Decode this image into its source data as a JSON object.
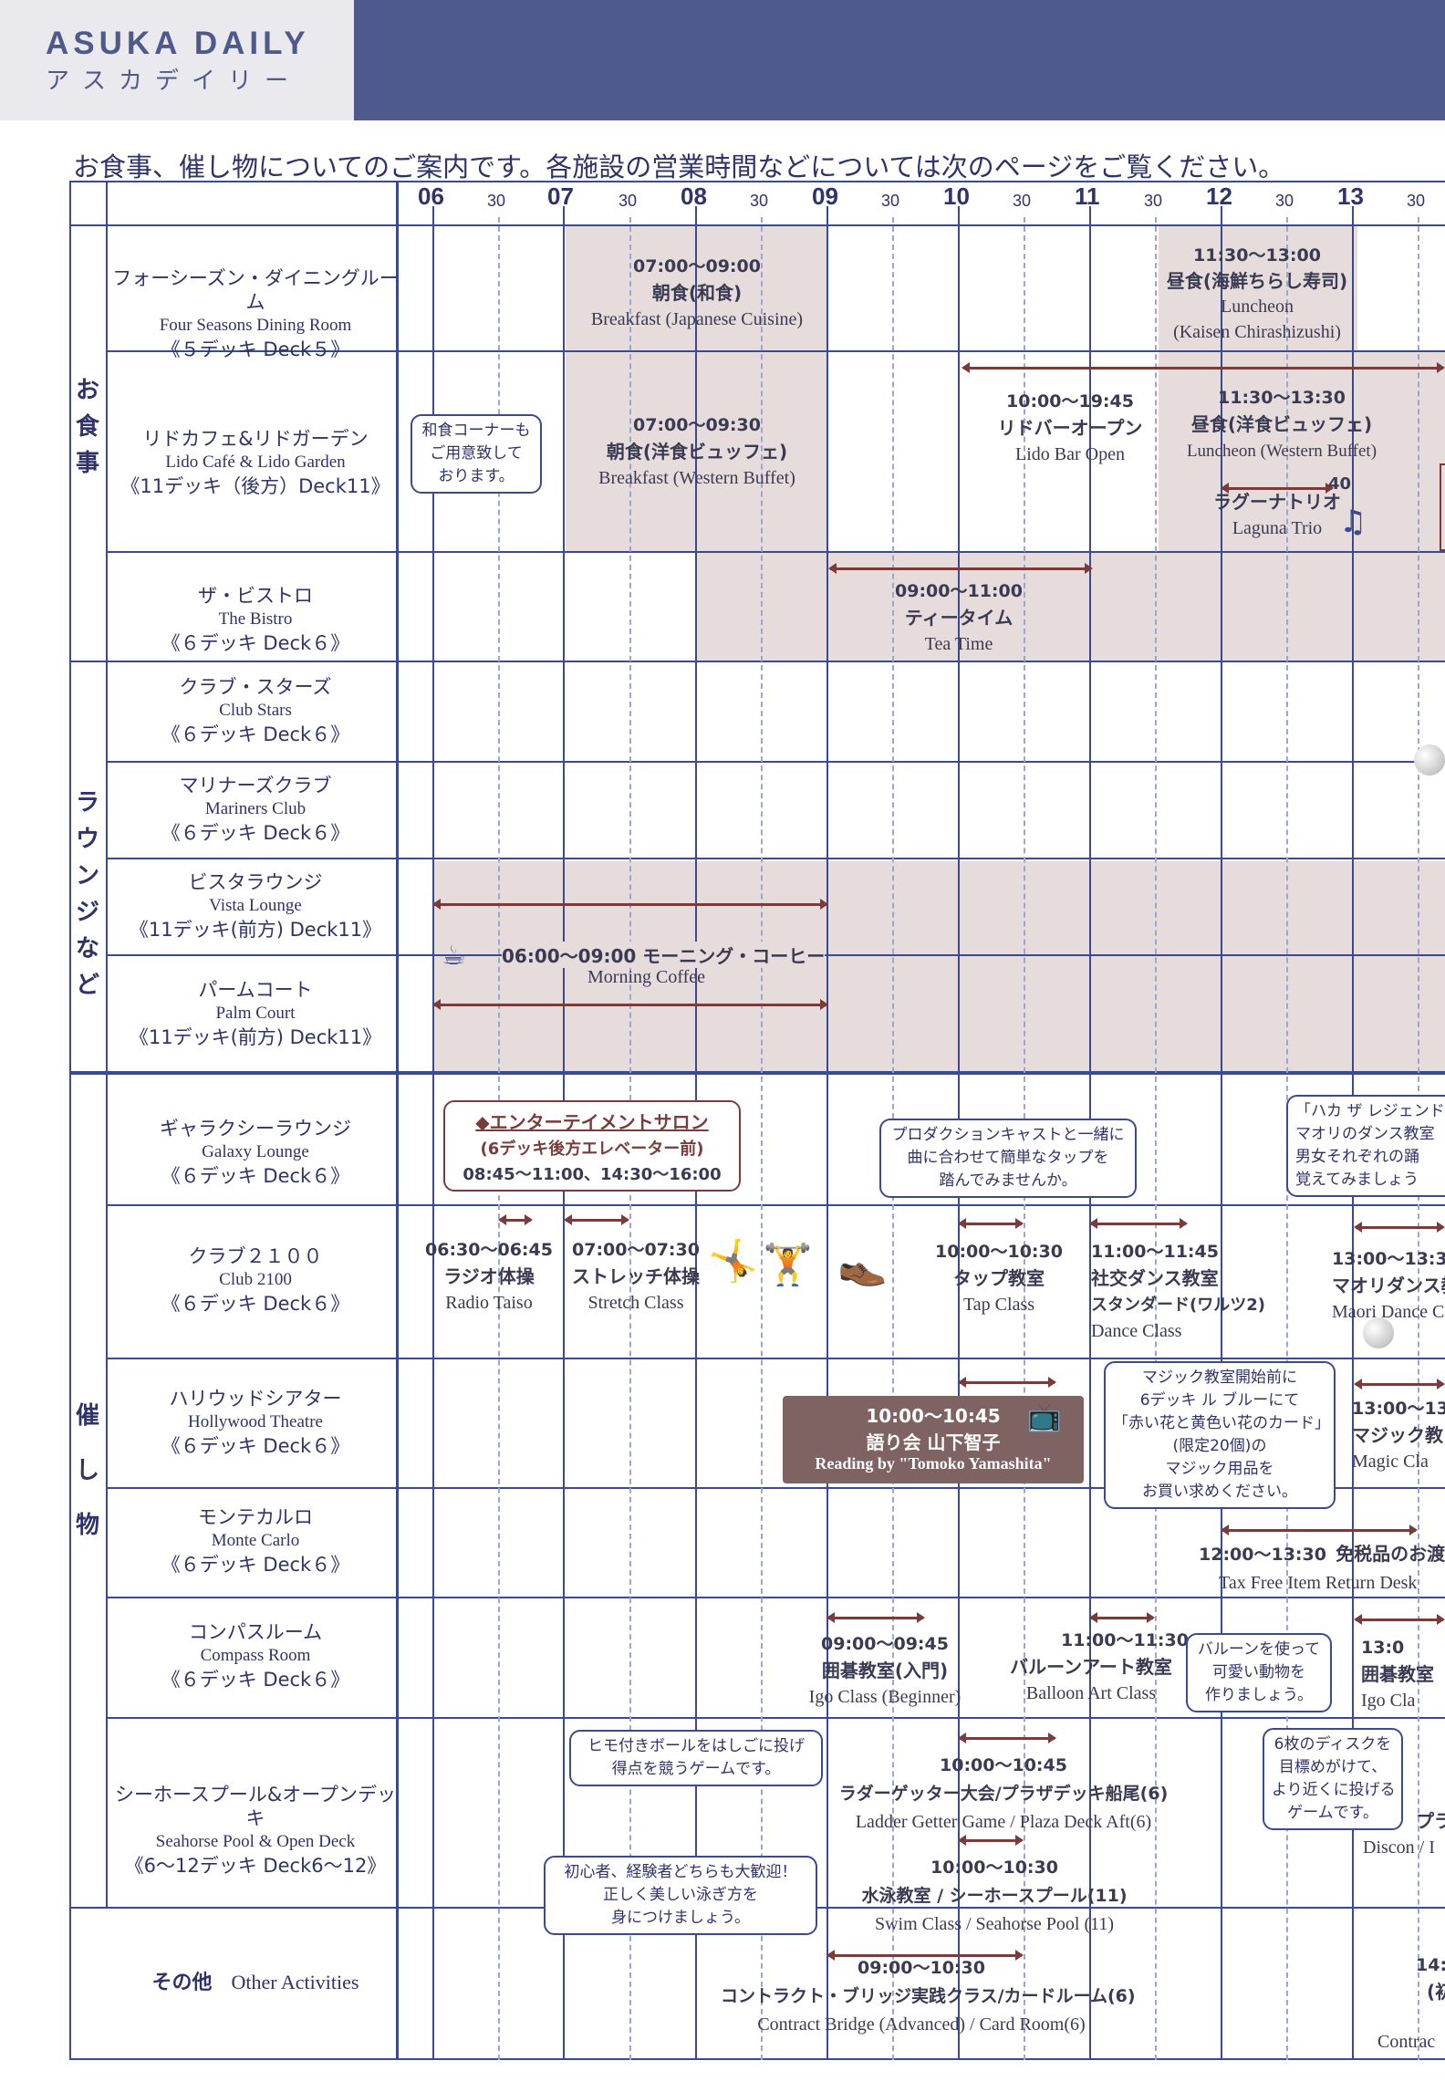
{
  "header": {
    "brand_en": "ASUKA DAILY",
    "brand_jp": "アスカデイリー"
  },
  "intro": "お食事、催し物についてのご案内です。各施設の営業時間などについては次のページをご覧ください。",
  "timeline": {
    "hours": [
      "06",
      "07",
      "08",
      "09",
      "10",
      "11",
      "12",
      "13"
    ],
    "half_label": "30"
  },
  "categories": {
    "dining": "お食事",
    "lounge": "ラウンジなど",
    "events": "催し物"
  },
  "venues": [
    {
      "jp": "フォーシーズン・ダイニングルーム",
      "en": "Four Seasons Dining Room",
      "deck": "《５デッキ Deck５》"
    },
    {
      "jp": "リドカフェ&リドガーデン",
      "en": "Lido Café & Lido Garden",
      "deck": "《11デッキ（後方）Deck11》"
    },
    {
      "jp": "ザ・ビストロ",
      "en": "The Bistro",
      "deck": "《６デッキ Deck６》"
    },
    {
      "jp": "クラブ・スターズ",
      "en": "Club Stars",
      "deck": "《６デッキ Deck６》"
    },
    {
      "jp": "マリナーズクラブ",
      "en": "Mariners Club",
      "deck": "《６デッキ Deck６》"
    },
    {
      "jp": "ビスタラウンジ",
      "en": "Vista Lounge",
      "deck": "《11デッキ(前方) Deck11》"
    },
    {
      "jp": "パームコート",
      "en": "Palm Court",
      "deck": "《11デッキ(前方) Deck11》"
    },
    {
      "jp": "ギャラクシーラウンジ",
      "en": "Galaxy Lounge",
      "deck": "《６デッキ Deck６》"
    },
    {
      "jp": "クラブ２１００",
      "en": "Club 2100",
      "deck": "《６デッキ Deck６》"
    },
    {
      "jp": "ハリウッドシアター",
      "en": "Hollywood Theatre",
      "deck": "《６デッキ Deck６》"
    },
    {
      "jp": "モンテカルロ",
      "en": "Monte Carlo",
      "deck": "《６デッキ Deck６》"
    },
    {
      "jp": "コンパスルーム",
      "en": "Compass Room",
      "deck": "《６デッキ Deck６》"
    },
    {
      "jp": "シーホースプール&オープンデッキ",
      "en": "Seahorse Pool & Open Deck",
      "deck": "《6～12デッキ Deck6～12》"
    },
    {
      "jp": "その他",
      "en": "Other Activities",
      "deck": ""
    }
  ],
  "events": {
    "fs_breakfast": {
      "time": "07:00～09:00",
      "jp": "朝食(和食)",
      "en": "Breakfast (Japanese Cuisine)"
    },
    "fs_lunch": {
      "time": "11:30～13:00",
      "jp": "昼食(海鮮ちらし寿司)",
      "en": "Luncheon",
      "en2": "(Kaisen Chirashizushi)"
    },
    "lido_bubble": [
      "和食コーナーも",
      "ご用意致して",
      "おります。"
    ],
    "lido_breakfast": {
      "time": "07:00～09:30",
      "jp": "朝食(洋食ビュッフェ)",
      "en": "Breakfast (Western Buffet)"
    },
    "lido_bar": {
      "time": "10:00～19:45",
      "jp": "リドバーオープン",
      "en": "Lido Bar Open"
    },
    "lido_lunch": {
      "time": "11:30～13:30",
      "jp": "昼食(洋食ビュッフェ)",
      "en": "Luncheon (Western Buffet)"
    },
    "laguna": {
      "jp": "ラグーナトリオ",
      "en": "Laguna Trio",
      "num": "40"
    },
    "bistro_tea": {
      "time": "09:00～11:00",
      "jp": "ティータイム",
      "en": "Tea Time"
    },
    "morning_coffee": {
      "text": "06:00～09:00 モーニング・コーヒー",
      "en": "Morning  Coffee"
    },
    "salon": {
      "title": "◆エンターテイメントサロン",
      "sub": "(6デッキ後方エレベーター前)",
      "time": "08:45～11:00、14:30～16:00"
    },
    "galaxy_bubble": [
      "プロダクションキャストと一緒に",
      "曲に合わせて簡単なタップを",
      "踏んでみませんか。"
    ],
    "haka_bubble": [
      "「ハカ ザ レジェンド」",
      "マオリのダンス教室",
      "男女それぞれの踊",
      "覚えてみましょう"
    ],
    "radio": {
      "time": "06:30～06:45",
      "jp": "ラジオ体操",
      "en": "Radio Taiso"
    },
    "stretch": {
      "time": "07:00～07:30",
      "jp": "ストレッチ体操",
      "en": "Stretch Class"
    },
    "tap": {
      "time": "10:00～10:30",
      "jp": "タップ教室",
      "en": "Tap Class"
    },
    "dance": {
      "time": "11:00～11:45",
      "jp": "社交ダンス教室",
      "jp2": "スタンダード(ワルツ2)",
      "en": "Dance Class"
    },
    "maori": {
      "time": "13:00～13:3",
      "jp": "マオリダンス教",
      "en": "Maori Dance C"
    },
    "reading": {
      "time": "10:00～10:45",
      "jp": "語り会 山下智子",
      "en": "Reading by \"Tomoko Yamashita\""
    },
    "magic_bubble": [
      "マジック教室開始前に",
      "6デッキ ル ブルーにて",
      "「赤い花と黄色い花のカード」",
      "(限定20個)の",
      "マジック用品を",
      "お買い求めください。"
    ],
    "magic": {
      "time": "13:00～13:",
      "jp": "マジック教",
      "en": "Magic Cla"
    },
    "taxfree": {
      "time": "12:00～13:30",
      "jp": "免税品のお渡",
      "en": "Tax Free Item Return Desk"
    },
    "igo": {
      "time": "09:00～09:45",
      "jp": "囲碁教室(入門)",
      "en": "Igo Class (Beginner)"
    },
    "balloon": {
      "time": "11:00～11:30",
      "jp": "バルーンアート教室",
      "en": "Balloon Art Class"
    },
    "balloon_bubble": [
      "バルーンを使って",
      "可愛い動物を",
      "作りましょう。"
    ],
    "igo2": {
      "time": "13:0",
      "jp": "囲碁教室",
      "en": "Igo Cla"
    },
    "ladder_bubble": [
      "ヒモ付きボールをはしごに投げ",
      "得点を競うゲームです。"
    ],
    "ladder": {
      "time": "10:00～10:45",
      "jp": "ラダーゲッター大会/プラザデッキ船尾(6)",
      "en": "Ladder Getter Game / Plaza Deck Aft(6)"
    },
    "discon_bubble": [
      "6枚のディスクを",
      "目標めがけて、",
      "より近くに投げる",
      "ゲームです。"
    ],
    "discon": {
      "jp": "プラ",
      "en": "Discon / I"
    },
    "swim_bubble": [
      "初心者、経験者どちらも大歓迎！",
      "正しく美しい泳ぎ方を",
      "身につけましょう。"
    ],
    "swim": {
      "time": "10:00～10:30",
      "jp": "水泳教室 / シーホースプール(11)",
      "en": "Swim Class / Seahorse Pool (11)"
    },
    "bridge": {
      "time": "09:00～10:30",
      "jp": "コントラクト・ブリッジ実践クラス/カードルーム(6)",
      "en": "Contract Bridge (Advanced) / Card Room(6)"
    },
    "other_right": {
      "time": "14:0",
      "jp": "(初",
      "en": "Contrac"
    }
  },
  "colors": {
    "grid": "#3a4a8e",
    "band": "#e6dcdc",
    "arrow": "#7a3b3b",
    "header_blue": "#4f5a8c"
  }
}
